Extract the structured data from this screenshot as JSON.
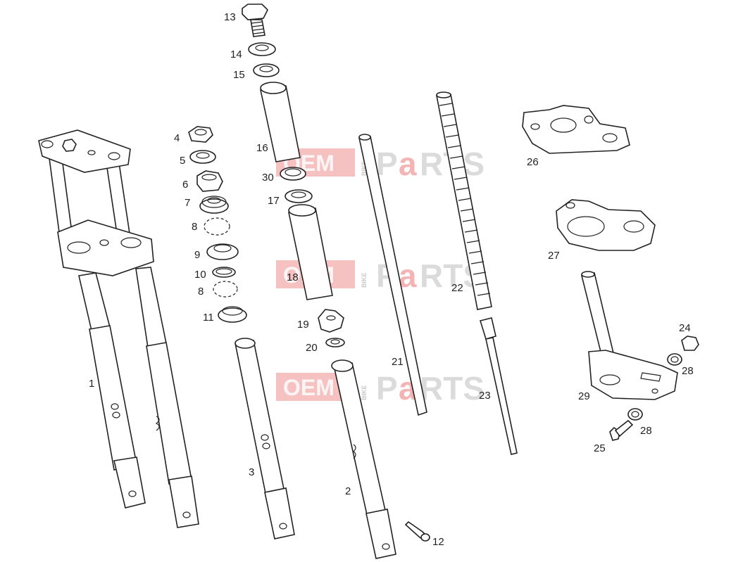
{
  "watermark": {
    "oem": "OEM",
    "bike": "BIKE",
    "parts_p": "P",
    "parts_a": "a",
    "parts_rts": "RTS"
  },
  "callouts": [
    "13",
    "14",
    "15",
    "16",
    "30",
    "17",
    "18",
    "19",
    "20",
    "4",
    "5",
    "6",
    "7",
    "8",
    "9",
    "10",
    "8",
    "11",
    "21",
    "22",
    "23",
    "26",
    "27",
    "24",
    "28",
    "29",
    "28",
    "25",
    "1",
    "3",
    "2",
    "12"
  ]
}
